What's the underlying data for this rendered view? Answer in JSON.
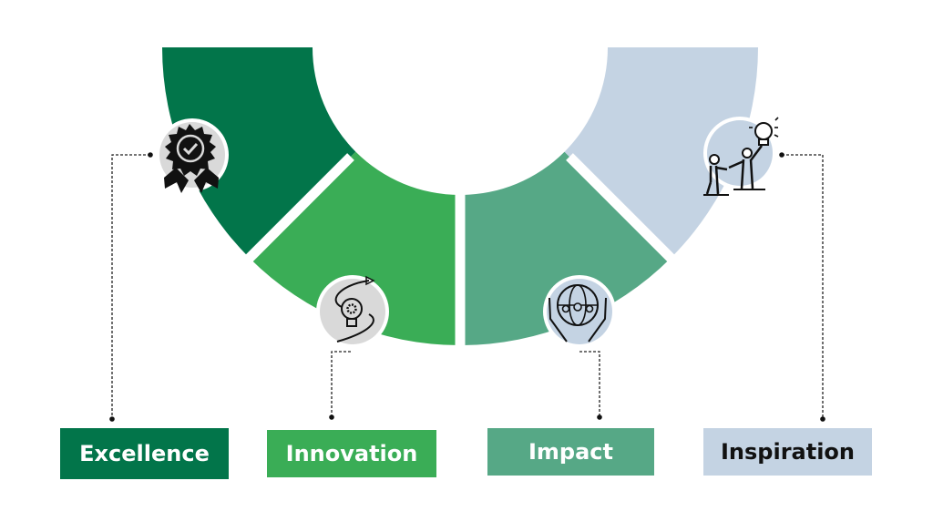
{
  "values": [
    {
      "label": "Excellence",
      "icon": "award-ribbon-icon",
      "color": "#02754A",
      "text_color": "#FFFFFF"
    },
    {
      "label": "Innovation",
      "icon": "lightbulb-gear-icon",
      "color": "#3AAD56",
      "text_color": "#FFFFFF"
    },
    {
      "label": "Impact",
      "icon": "globe-hands-people-icon",
      "color": "#56A886",
      "text_color": "#FFFFFF"
    },
    {
      "label": "Inspiration",
      "icon": "mentor-lightbulb-icon",
      "color": "#C4D3E3",
      "text_color": "#111111"
    }
  ]
}
